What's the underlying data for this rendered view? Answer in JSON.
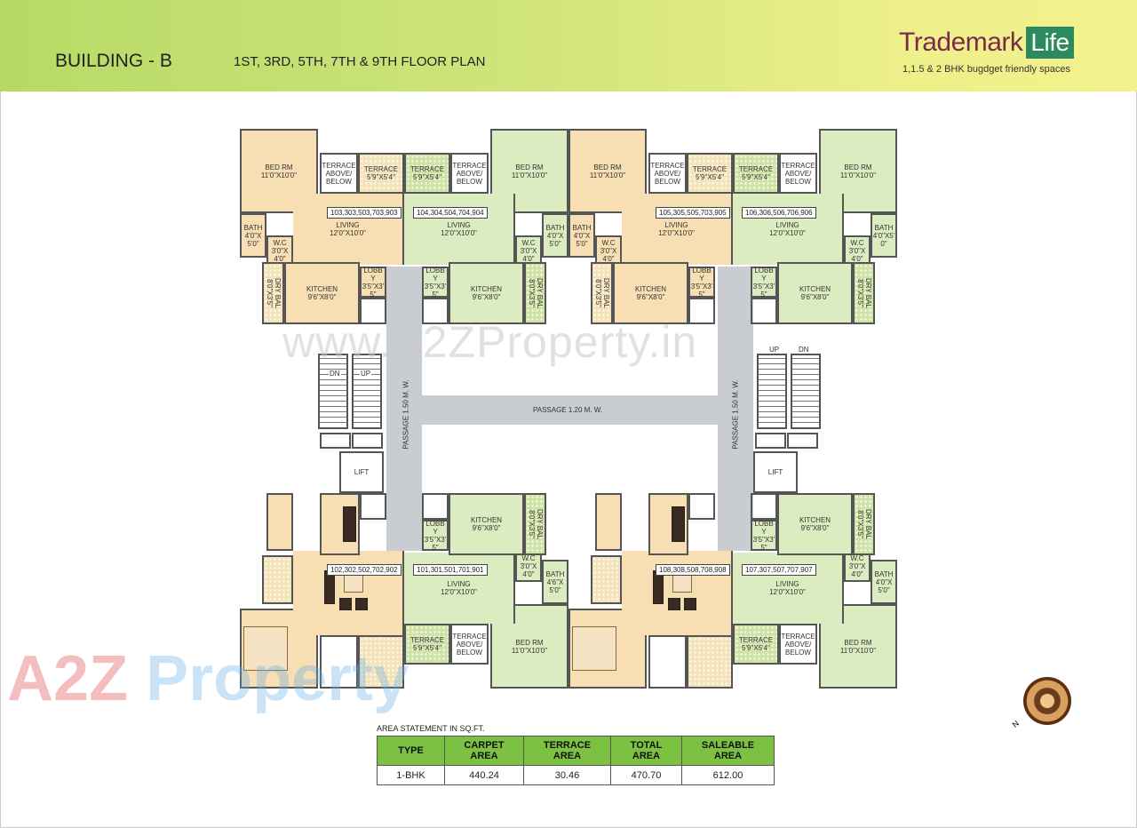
{
  "header": {
    "title": "BUILDING - B",
    "subtitle": "1ST, 3RD, 5TH, 7TH & 9TH FLOOR PLAN",
    "brand": "Trademark",
    "brand_highlight": "Life",
    "tagline": "1,1.5 & 2 BHK bugdget friendly spaces"
  },
  "colors": {
    "peach_unit": "#f7deb3",
    "green_unit": "#dcecc1",
    "header_green": "#b6da66",
    "header_yellow": "#f4f28e",
    "table_header": "#7cc142",
    "corridor": "#c9ccd1",
    "brand": "#7a2a4a",
    "brand_box": "#2b8a5e"
  },
  "units": [
    {
      "number": "103,303,503,703,903",
      "rooms": [
        {
          "name": "BED RM",
          "size": "11'0\"X10'0\""
        },
        {
          "name": "TERRACE ABOVE/ BELOW",
          "size": ""
        },
        {
          "name": "TERRACE",
          "size": "5'9\"X5'4\""
        },
        {
          "name": "BATH",
          "size": "4'0\"X 5'0\""
        },
        {
          "name": "W.C",
          "size": "3'0\"X 4'0\""
        },
        {
          "name": "LIVING",
          "size": "12'0\"X10'0\""
        },
        {
          "name": "DRY BAL",
          "size": "8'0\"X3'5\""
        },
        {
          "name": "KITCHEN",
          "size": "9'6\"X8'0\""
        },
        {
          "name": "LOBBY",
          "size": "3'5\"X3'5\""
        }
      ]
    },
    {
      "number": "104,304,504,704,904",
      "rooms": [
        {
          "name": "BED RM",
          "size": "11'0\"X10'0\""
        },
        {
          "name": "TERRACE ABOVE/ BELOW",
          "size": ""
        },
        {
          "name": "TERRACE",
          "size": "5'9\"X5'4\""
        },
        {
          "name": "BATH",
          "size": "4'0\"X 5'0\""
        },
        {
          "name": "W.C",
          "size": "3'0\"X 4'0\""
        },
        {
          "name": "LIVING",
          "size": "12'0\"X10'0\""
        },
        {
          "name": "DRY BAL",
          "size": "8'0\"X3'5\""
        },
        {
          "name": "KITCHEN",
          "size": "9'6\"X8'0\""
        },
        {
          "name": "LOBBY",
          "size": "3'5\"X3'5\""
        }
      ]
    },
    {
      "number": "105,305,505,703,905",
      "rooms": [
        {
          "name": "BED RM",
          "size": "11'0\"X10'0\""
        },
        {
          "name": "TERRACE ABOVE/ BELOW",
          "size": ""
        },
        {
          "name": "TERRACE",
          "size": "5'9\"X5'4\""
        },
        {
          "name": "BATH",
          "size": "4'0\"X 5'0\""
        },
        {
          "name": "W.C",
          "size": "3'0\"X 4'0\""
        },
        {
          "name": "LIVING",
          "size": "12'0\"X10'0\""
        },
        {
          "name": "DRY BAL",
          "size": "8'0\"X3'5\""
        },
        {
          "name": "KITCHEN",
          "size": "9'6\"X8'0\""
        },
        {
          "name": "LOBBY",
          "size": "3'5\"X3'5\""
        }
      ]
    },
    {
      "number": "106,306,506,706,906",
      "rooms": [
        {
          "name": "BED RM",
          "size": "11'0\"X10'0\""
        },
        {
          "name": "TERRACE ABOVE/ BELOW",
          "size": ""
        },
        {
          "name": "TERRACE",
          "size": "5'9\"X5'4\""
        },
        {
          "name": "BATH",
          "size": "4'0\"X5'0\""
        },
        {
          "name": "W.C",
          "size": "3'0\"X 4'0\""
        },
        {
          "name": "LIVING",
          "size": "12'0\"X10'0\""
        },
        {
          "name": "DRY BAL",
          "size": "8'0\"X3'5\""
        },
        {
          "name": "KITCHEN",
          "size": "9'6\"X8'0\""
        },
        {
          "name": "LOBBY",
          "size": "3'5\"X3'5\""
        }
      ]
    },
    {
      "number": "102,302,502,702,902",
      "rooms": []
    },
    {
      "number": "101,301,501,701,901",
      "rooms": [
        {
          "name": "BED RM",
          "size": "11'0\"X10'0\""
        },
        {
          "name": "TERRACE ABOVE/ BELOW",
          "size": ""
        },
        {
          "name": "TERRACE",
          "size": "5'9\"X5'4\""
        },
        {
          "name": "BATH",
          "size": "4'6\"X 5'0\""
        },
        {
          "name": "W.C",
          "size": "3'0\"X 4'0\""
        },
        {
          "name": "LIVING",
          "size": "12'0\"X10'0\""
        },
        {
          "name": "DRY BAL",
          "size": "8'0\"X3'5\""
        },
        {
          "name": "KITCHEN",
          "size": "9'6\"X8'0\""
        },
        {
          "name": "LOBBY",
          "size": "3'5\"X3'5\""
        }
      ]
    },
    {
      "number": "108,308,508,708,908",
      "rooms": []
    },
    {
      "number": "107,307,507,707,907",
      "rooms": [
        {
          "name": "BED RM",
          "size": "11'0\"X10'0\""
        },
        {
          "name": "TERRACE ABOVE/ BELOW",
          "size": ""
        },
        {
          "name": "TERRACE",
          "size": "5'9\"X5'4\""
        },
        {
          "name": "BATH",
          "size": "4'0\"X 5'0\""
        },
        {
          "name": "W.C",
          "size": "3'0\"X 4'0\""
        },
        {
          "name": "LIVING",
          "size": "12'0\"X10'0\""
        },
        {
          "name": "DRY BAL",
          "size": "8'0\"X3'5\""
        },
        {
          "name": "KITCHEN",
          "size": "9'6\"X8'0\""
        },
        {
          "name": "LOBBY",
          "size": "3'5\"X3'5\""
        }
      ]
    }
  ],
  "core": {
    "passage_vertical": "PASSAGE 1.50 M. W.",
    "passage_horizontal": "PASSAGE 1.20 M. W.",
    "lift": "LIFT",
    "up": "UP",
    "dn": "DN"
  },
  "watermarks": {
    "site": "www.A2ZProperty.in",
    "logo_a": "A2Z",
    "logo_b": "Property"
  },
  "compass": {
    "label": "N",
    "icon": "compass-rose-icon"
  },
  "area_table": {
    "caption": "AREA STATEMENT IN SQ.FT.",
    "headers": [
      "TYPE",
      "CARPET AREA",
      "TERRACE AREA",
      "TOTAL AREA",
      "SALEABLE AREA"
    ],
    "rows": [
      [
        "1-BHK",
        "440.24",
        "30.46",
        "470.70",
        "612.00"
      ]
    ]
  }
}
